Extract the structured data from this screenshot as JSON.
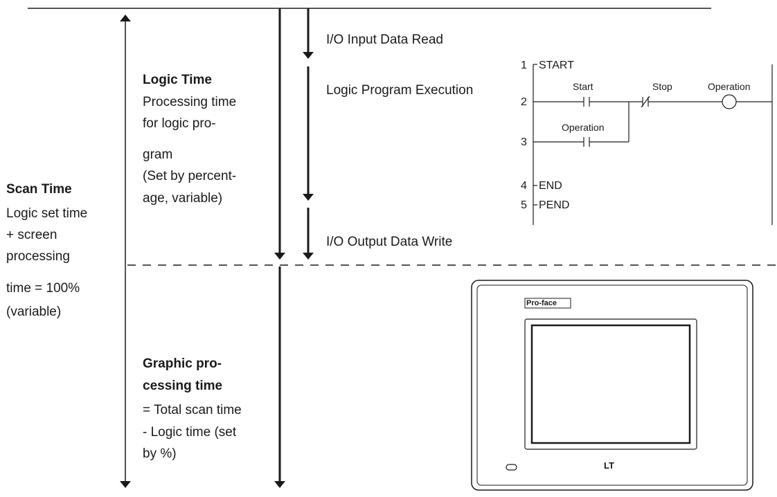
{
  "scan": {
    "title": "Scan Time",
    "lines": [
      "Logic set time",
      "+ screen",
      "processing",
      "time = 100%",
      "(variable)"
    ]
  },
  "logic": {
    "title": "Logic Time",
    "lines": [
      "Processing time",
      "for logic pro-",
      "gram",
      "(Set by percent-",
      "age, variable)"
    ]
  },
  "graphic": {
    "title_lines": [
      "Graphic pro-",
      "cessing time"
    ],
    "lines": [
      "= Total scan time",
      "- Logic time (set",
      "by %)"
    ]
  },
  "steps": {
    "input": "I/O Input Data Read",
    "execution": "Logic Program Execution",
    "output": "I/O Output Data Write"
  },
  "ladder": {
    "rung_numbers": [
      "1",
      "2",
      "3",
      "4",
      "5"
    ],
    "start_label": "START",
    "end_label": "END",
    "pend_label": "PEND",
    "contacts": {
      "start": "Start",
      "stop": "Stop",
      "operation_parallel": "Operation",
      "operation_coil": "Operation"
    }
  },
  "device": {
    "brand": "Pro-face",
    "logo": "LT"
  }
}
